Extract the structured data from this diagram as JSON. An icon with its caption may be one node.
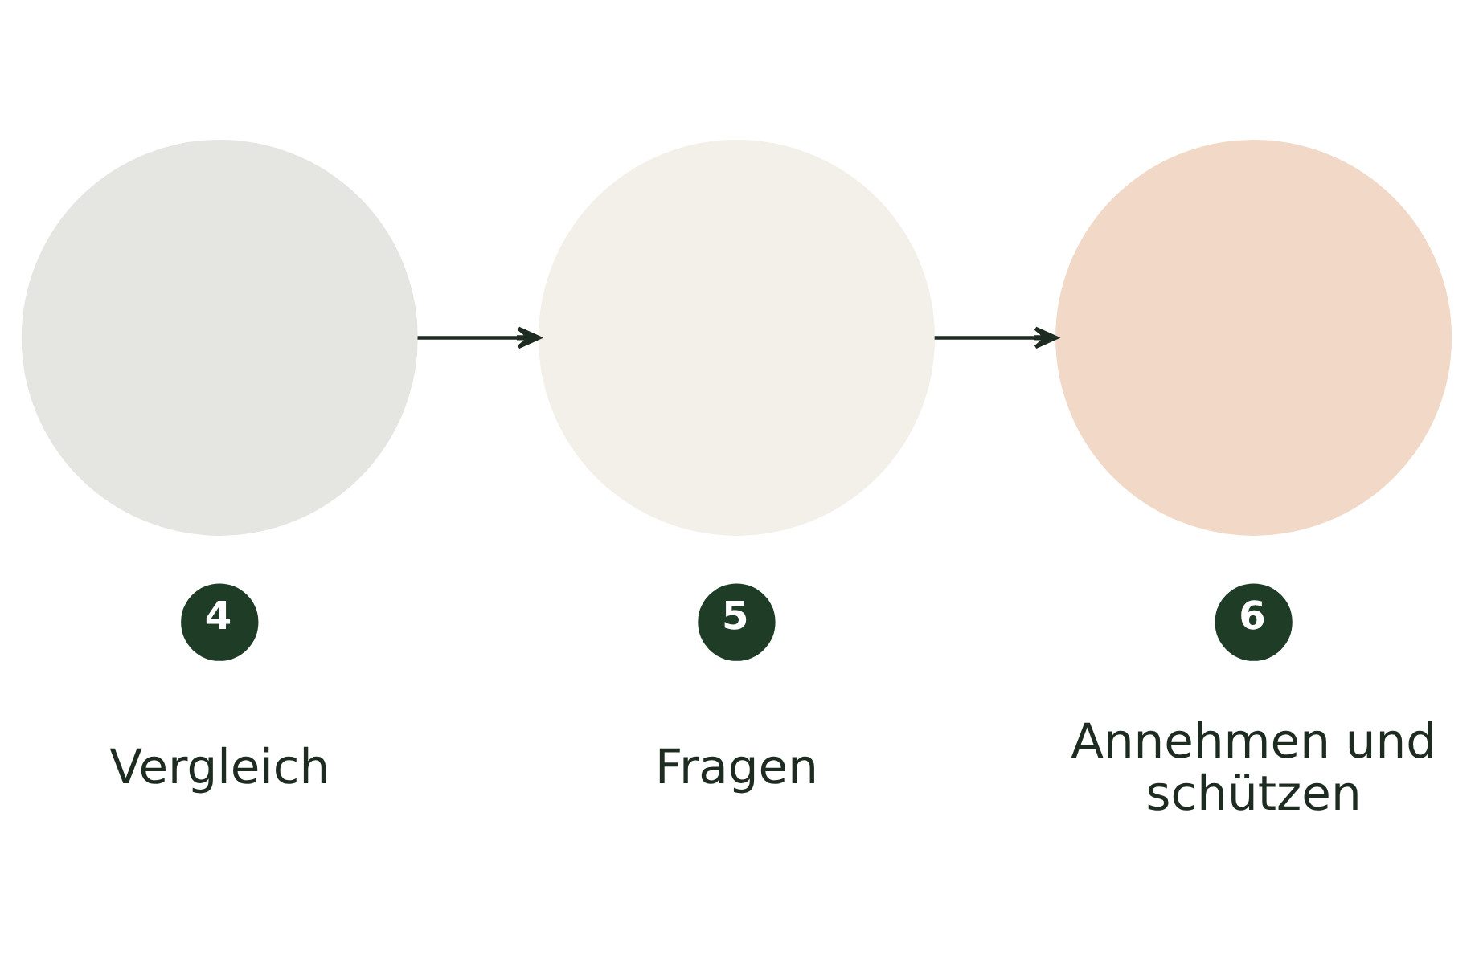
{
  "diagram": {
    "nodes": [
      {
        "text": [],
        "shape": "circle"
      },
      {
        "text": [],
        "shape": "circle"
      },
      {
        "text": [],
        "shape": "circle"
      },
      {
        "text": [
          "4"
        ],
        "beside": [
          "Vergleich"
        ]
      },
      {
        "text": [
          "5"
        ],
        "beside": [
          "Fragen"
        ]
      },
      {
        "text": [
          "6"
        ],
        "beside": [
          "Annehmen und schützen"
        ]
      }
    ],
    "edges": [
      {
        "from": 0,
        "to": 1,
        "arrow": "to"
      },
      {
        "from": 1,
        "to": 2,
        "arrow": "to"
      }
    ]
  }
}
